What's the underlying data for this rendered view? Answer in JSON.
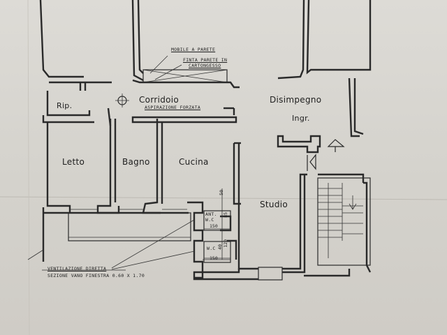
{
  "rooms": {
    "rip": "Rip.",
    "corridoio": "Corridoio",
    "disimpegno": "Disimpegno",
    "ingr": "Ingr.",
    "letto": "Letto",
    "bagno": "Bagno",
    "cucina": "Cucina",
    "studio": "Studio"
  },
  "notes": {
    "mobile": "MOBILE A PARETE",
    "finta_1": "FINTA PARETE IN",
    "finta_2": "CARTONGESSO",
    "aspirazione": "ASPIRAZIONE FORZATA",
    "ventilazione": "VENTILAZIONE DIRETTA",
    "sezione": "SEZIONE VANO FINESTRA 0.60 x 1.70",
    "ant_wc_1": "ANT.",
    "ant_wc_2": "W.C",
    "wc": "W.C"
  },
  "dimensions": {
    "d150a": "150",
    "d150b": "150",
    "d50": "50",
    "d85": "85",
    "d120": "120",
    "d40": "40"
  }
}
